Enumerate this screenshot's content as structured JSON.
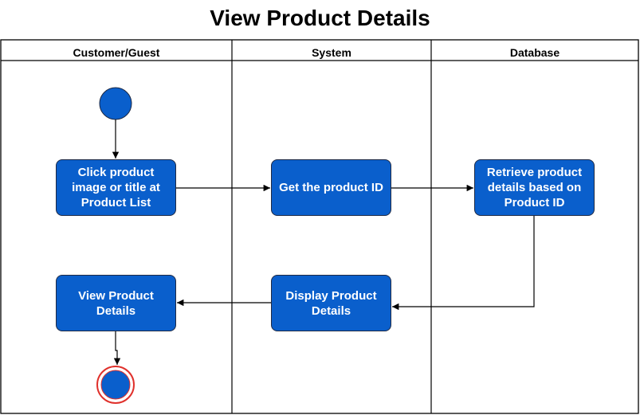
{
  "title": "View Product Details",
  "lanes": [
    {
      "label": "Customer/Guest"
    },
    {
      "label": "System"
    },
    {
      "label": "Database"
    }
  ],
  "nodes": {
    "click_product": "Click product image or title at Product List",
    "get_product_id": "Get the product ID",
    "retrieve_details": "Retrieve product details based on Product ID",
    "display_details": "Display Product Details",
    "view_details": "View Product Details"
  },
  "colors": {
    "node_fill": "#0a5fcc",
    "node_border": "#1f2a44",
    "end_ring": "#e0312c",
    "line": "#000000"
  }
}
